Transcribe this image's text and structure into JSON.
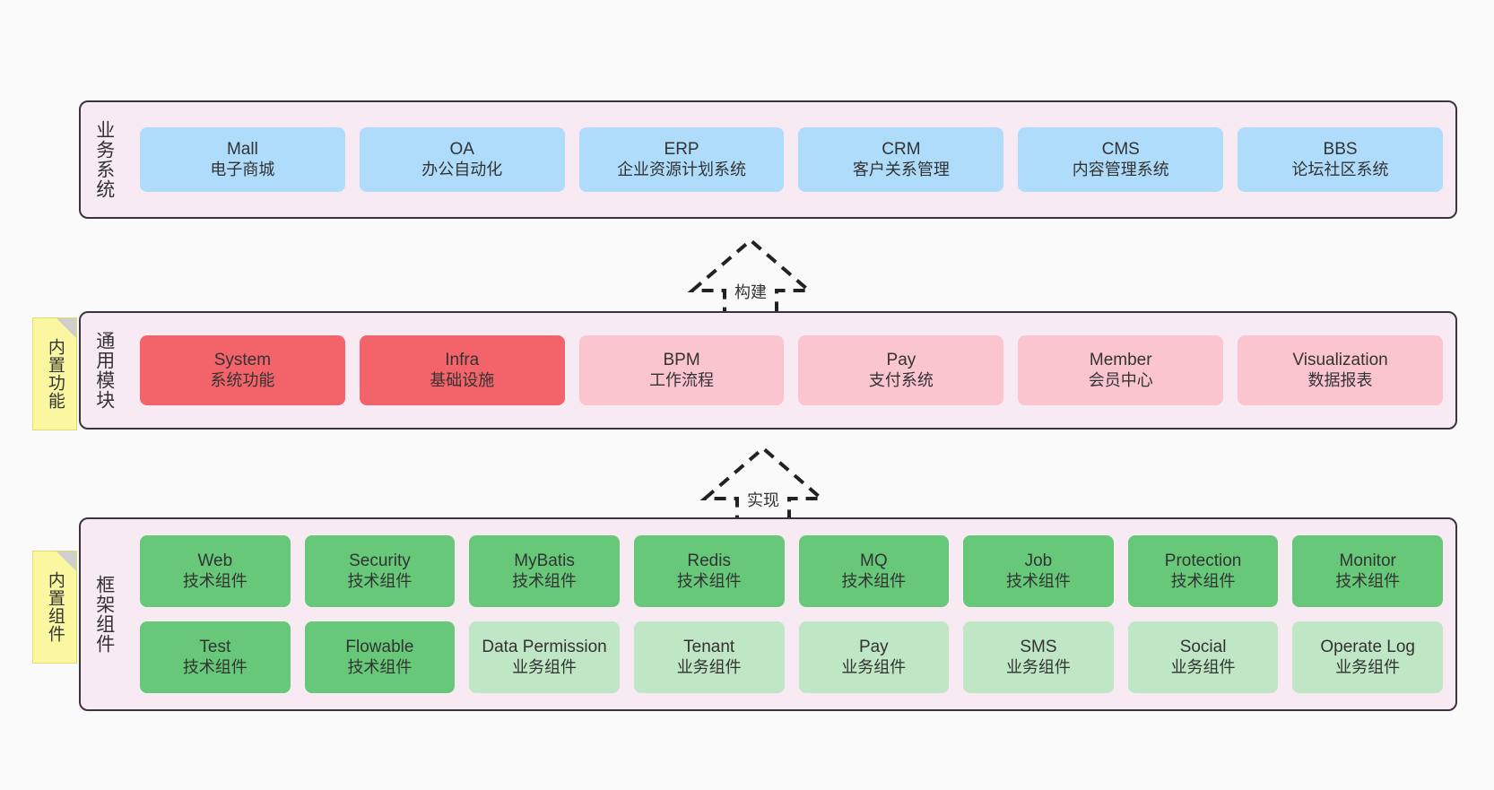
{
  "diagram": {
    "background_color": "#fafafa",
    "layer_bg_color": "#f8eaf3",
    "layer_border_color": "#3a3340",
    "sticky_color": "#fbf7a0"
  },
  "layers": [
    {
      "id": "business",
      "title": "业务系统",
      "card_color": "#aedcfa",
      "rows": [
        [
          {
            "name": "Mall",
            "desc": "电子商城"
          },
          {
            "name": "OA",
            "desc": "办公自动化"
          },
          {
            "name": "ERP",
            "desc": "企业资源计划系统"
          },
          {
            "name": "CRM",
            "desc": "客户关系管理"
          },
          {
            "name": "CMS",
            "desc": "内容管理系统"
          },
          {
            "name": "BBS",
            "desc": "论坛社区系统"
          }
        ]
      ]
    },
    {
      "id": "common",
      "title": "通用模块",
      "sticky": "内置功能",
      "rows": [
        [
          {
            "name": "System",
            "desc": "系统功能",
            "color": "red"
          },
          {
            "name": "Infra",
            "desc": "基础设施",
            "color": "red"
          },
          {
            "name": "BPM",
            "desc": "工作流程",
            "color": "pink"
          },
          {
            "name": "Pay",
            "desc": "支付系统",
            "color": "pink"
          },
          {
            "name": "Member",
            "desc": "会员中心",
            "color": "pink"
          },
          {
            "name": "Visualization",
            "desc": "数据报表",
            "color": "pink"
          }
        ]
      ]
    },
    {
      "id": "framework",
      "title": "框架组件",
      "sticky": "内置组件",
      "rows": [
        [
          {
            "name": "Web",
            "desc": "技术组件",
            "color": "green"
          },
          {
            "name": "Security",
            "desc": "技术组件",
            "color": "green"
          },
          {
            "name": "MyBatis",
            "desc": "技术组件",
            "color": "green"
          },
          {
            "name": "Redis",
            "desc": "技术组件",
            "color": "green"
          },
          {
            "name": "MQ",
            "desc": "技术组件",
            "color": "green"
          },
          {
            "name": "Job",
            "desc": "技术组件",
            "color": "green"
          },
          {
            "name": "Protection",
            "desc": "技术组件",
            "color": "green"
          },
          {
            "name": "Monitor",
            "desc": "技术组件",
            "color": "green"
          }
        ],
        [
          {
            "name": "Test",
            "desc": "技术组件",
            "color": "green"
          },
          {
            "name": "Flowable",
            "desc": "技术组件",
            "color": "green"
          },
          {
            "name": "Data Permission",
            "desc": "业务组件",
            "color": "lgreen"
          },
          {
            "name": "Tenant",
            "desc": "业务组件",
            "color": "lgreen"
          },
          {
            "name": "Pay",
            "desc": "业务组件",
            "color": "lgreen"
          },
          {
            "name": "SMS",
            "desc": "业务组件",
            "color": "lgreen"
          },
          {
            "name": "Social",
            "desc": "业务组件",
            "color": "lgreen"
          },
          {
            "name": "Operate Log",
            "desc": "业务组件",
            "color": "lgreen"
          }
        ]
      ]
    }
  ],
  "arrows": [
    {
      "id": "build",
      "label": "构建",
      "style": "dashed-hollow-up"
    },
    {
      "id": "impl",
      "label": "实现",
      "style": "dashed-hollow-up"
    }
  ]
}
